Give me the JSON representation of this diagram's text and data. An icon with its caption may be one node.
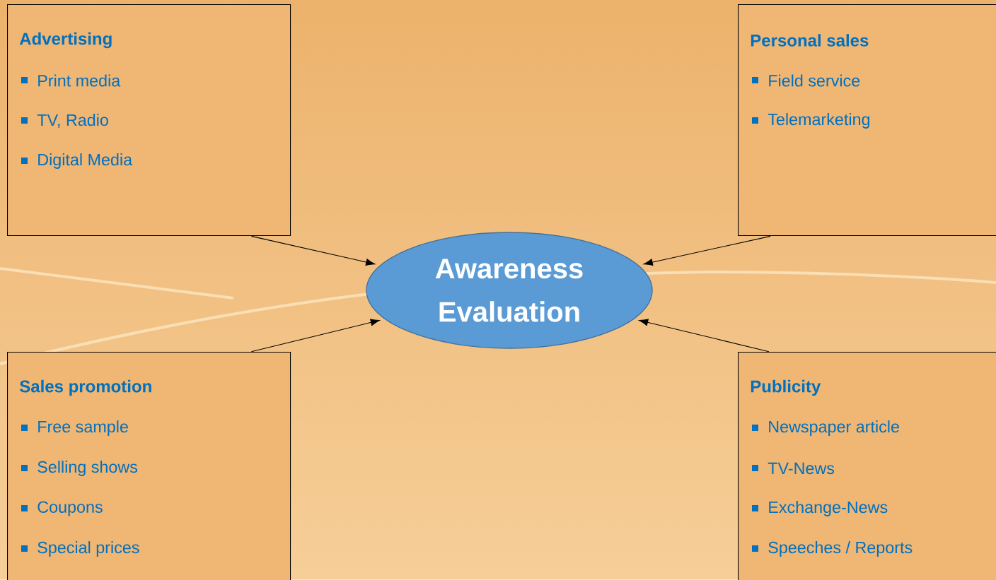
{
  "diagram": {
    "nodes": [
      {
        "text": [
          "Advertising",
          "Print media",
          "TV, Radio",
          "Digital Media"
        ]
      },
      {
        "text": [
          "Personal sales",
          "Field service",
          "Telemarketing"
        ]
      },
      {
        "text": [
          "Awareness Evaluation"
        ]
      },
      {
        "text": [
          "Sales promotion",
          "Free sample",
          "Selling shows",
          "Coupons",
          "Special prices"
        ]
      },
      {
        "text": [
          "Publicity",
          "Newspaper article",
          "TV-News",
          "Exchange-News",
          "Speeches / Reports"
        ]
      }
    ],
    "edges": [
      {
        "from": 0,
        "to": 2,
        "arrow": "to"
      },
      {
        "from": 1,
        "to": 2,
        "arrow": "to"
      },
      {
        "from": 3,
        "to": 2,
        "arrow": "to"
      },
      {
        "from": 4,
        "to": 2,
        "arrow": "to"
      }
    ]
  }
}
